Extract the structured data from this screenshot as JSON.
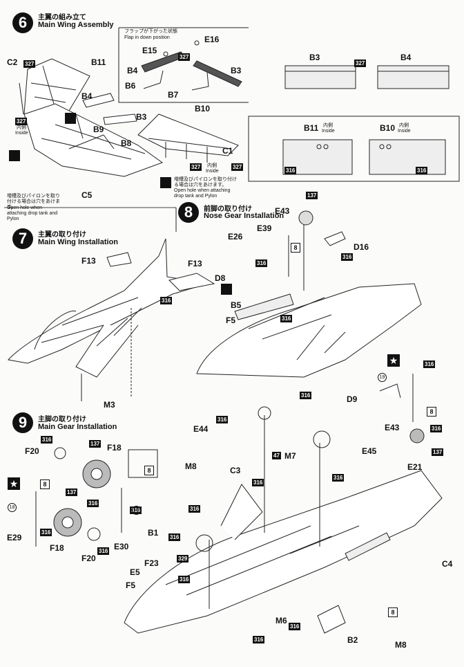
{
  "steps": {
    "s6": {
      "num": "6",
      "title_jp": "主翼の組み立て",
      "title_en": "Main Wing Assembly"
    },
    "s7": {
      "num": "7",
      "title_jp": "主翼の取り付け",
      "title_en": "Main Wing Installation"
    },
    "s8": {
      "num": "8",
      "title_jp": "前脚の取り付け",
      "title_en": "Nose Gear Installation"
    },
    "s9": {
      "num": "9",
      "title_jp": "主脚の取り付け",
      "title_en": "Main Gear Installation"
    }
  },
  "flap": {
    "jp": "フラップが下がった状態",
    "en": "Flap in down position"
  },
  "inside": {
    "jp": "内側",
    "en": "Inside"
  },
  "hole_note_left": {
    "jp": "増槽及びパイロンを取り付ける場合は穴をあけます。",
    "en": "Open hole when attaching drop tank and Pylon"
  },
  "hole_note_right": {
    "jp": "増槽及びパイロンを取り付ける場合は穴をあけます。",
    "en": "Open hole when attaching drop tank and Pylon"
  },
  "parts": {
    "C2": "C2",
    "B11": "B11",
    "B4": "B4",
    "B9": "B9",
    "B3": "B3",
    "B8": "B8",
    "B10": "B10",
    "C1": "C1",
    "C5": "C5",
    "E15": "E15",
    "E16": "E16",
    "B6": "B6",
    "B7": "B7",
    "F13": "F13",
    "M3": "M3",
    "E43": "E43",
    "E39": "E39",
    "E26": "E26",
    "D16": "D16",
    "D8": "D8",
    "B5": "B5",
    "F5": "F5",
    "D9": "D9",
    "E44": "E44",
    "M7": "M7",
    "E45": "E45",
    "E21": "E21",
    "M8": "M8",
    "C3": "C3",
    "C4": "C4",
    "F20": "F20",
    "F18": "F18",
    "E29": "E29",
    "E30": "E30",
    "B1": "B1",
    "F23": "F23",
    "E5": "E5",
    "M6": "M6",
    "B2": "B2"
  },
  "paint": {
    "c327": "327",
    "c316": "316",
    "c137": "137",
    "c47": "47",
    "c329": "329",
    "c8": "8",
    "c18": "18",
    "c19": "19"
  }
}
